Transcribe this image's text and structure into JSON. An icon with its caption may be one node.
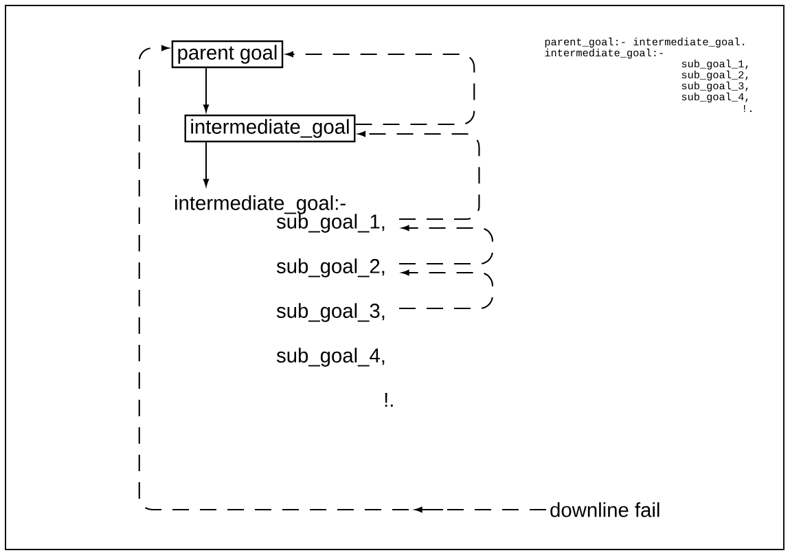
{
  "diagram": {
    "nodes": [
      {
        "text": [
          "parent goal"
        ]
      },
      {
        "text": [
          "intermediate_goal"
        ]
      },
      {
        "text": [
          "intermediate_goal:-"
        ]
      },
      {
        "text": [
          "sub_goal_1,"
        ]
      },
      {
        "text": [
          "sub_goal_2,"
        ]
      },
      {
        "text": [
          "sub_goal_3,"
        ]
      },
      {
        "text": [
          "sub_goal_4,"
        ]
      },
      {
        "text": [
          "!."
        ]
      },
      {
        "text": [
          "downline fail"
        ]
      }
    ],
    "edges": [
      {
        "from": 0,
        "to": 1,
        "arrow": "to"
      },
      {
        "from": 1,
        "to": 2,
        "arrow": "to"
      },
      {
        "from": 1,
        "to": 0,
        "arrow": "to",
        "style": "dashed"
      },
      {
        "from": 3,
        "to": 1,
        "arrow": "to",
        "style": "dashed"
      },
      {
        "from": 4,
        "to": 3,
        "arrow": "to",
        "style": "dashed"
      },
      {
        "from": 5,
        "to": 4,
        "arrow": "to",
        "style": "dashed"
      },
      {
        "from": 8,
        "to": 0,
        "arrow": "to",
        "style": "dashed"
      }
    ],
    "labels": [
      "parent_goal:- intermediate_goal.",
      "intermediate_goal:-",
      "sub_goal_1,",
      "sub_goal_2,",
      "sub_goal_3,",
      "sub_goal_4,",
      "!."
    ]
  }
}
